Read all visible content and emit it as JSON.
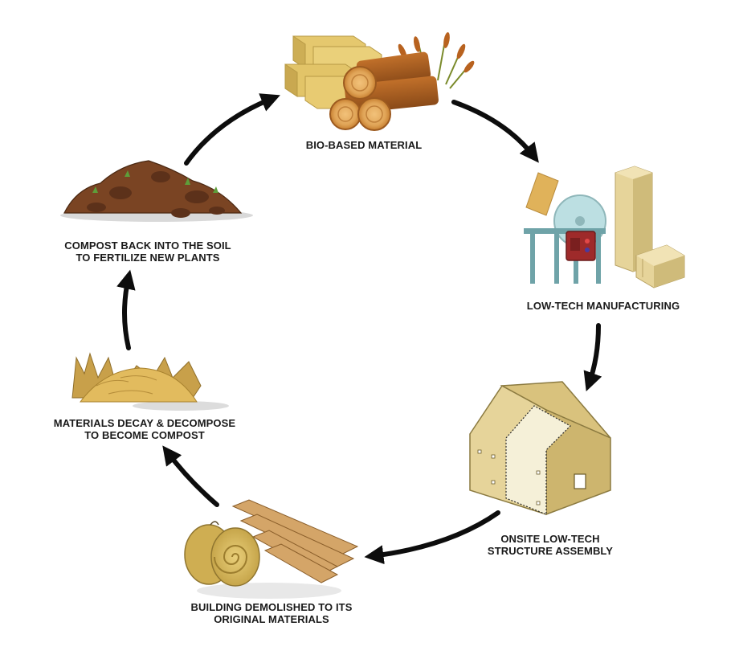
{
  "stages": [
    {
      "id": "bio",
      "lines": [
        "BIO-BASED MATERIAL"
      ]
    },
    {
      "id": "manufacturing",
      "lines": [
        "LOW-TECH MANUFACTURING"
      ]
    },
    {
      "id": "assembly",
      "lines": [
        "ONSITE LOW-TECH",
        "STRUCTURE ASSEMBLY"
      ]
    },
    {
      "id": "demolished",
      "lines": [
        "BUILDING DEMOLISHED TO ITS",
        "ORIGINAL MATERIALS"
      ]
    },
    {
      "id": "decay",
      "lines": [
        "MATERIALS DECAY & DECOMPOSE",
        "TO BECOME COMPOST"
      ]
    },
    {
      "id": "compost",
      "lines": [
        "COMPOST BACK INTO THE SOIL",
        "TO FERTILIZE NEW PLANTS"
      ]
    }
  ],
  "colors": {
    "arrow": "#0d0d0d",
    "text": "#1a1a1a",
    "wood": "#b5651d",
    "straw": "#e3c46d",
    "soil": "#6b3a1f",
    "panel": "#e6d49a",
    "machine": "#6fa3a8",
    "motor": "#9e2a2a"
  },
  "icons": [
    "hay-and-logs-icon",
    "table-saw-icon",
    "timber-house-icon",
    "hay-roll-and-planks-icon",
    "decaying-straw-icon",
    "compost-pile-icon"
  ]
}
